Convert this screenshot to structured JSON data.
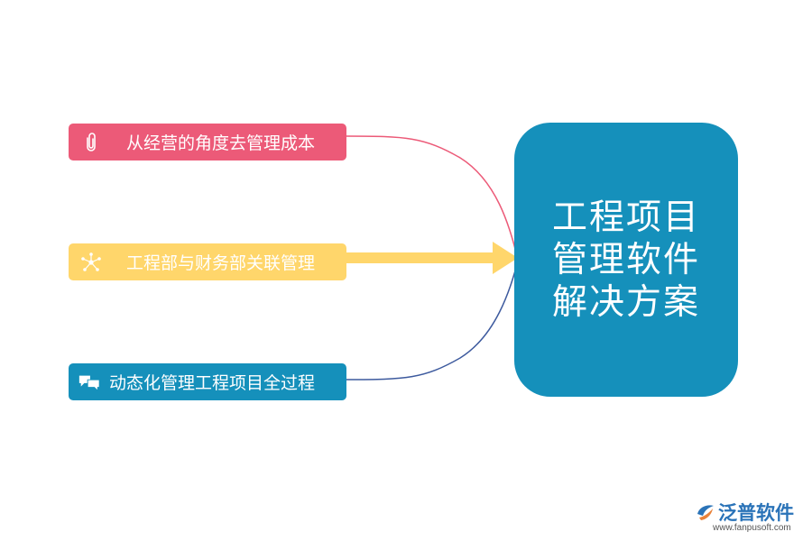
{
  "central": {
    "title": "工程项目管理软件解决方案"
  },
  "items": [
    {
      "label": "从经营的角度去管理成本",
      "icon": "paperclip-icon",
      "color": "#ec5a78"
    },
    {
      "label": "工程部与财务部关联管理",
      "icon": "network-icon",
      "color": "#ffd66b"
    },
    {
      "label": "动态化管理工程项目全过程",
      "icon": "chat-bubbles-icon",
      "color": "#1590bb"
    }
  ],
  "logo": {
    "name": "泛普软件",
    "url": "www.fanpusoft.com"
  },
  "colors": {
    "central": "#1590bb",
    "connector_top": "#ec5a78",
    "connector_bottom": "#3d5a9e",
    "arrow": "#ffd66b"
  }
}
